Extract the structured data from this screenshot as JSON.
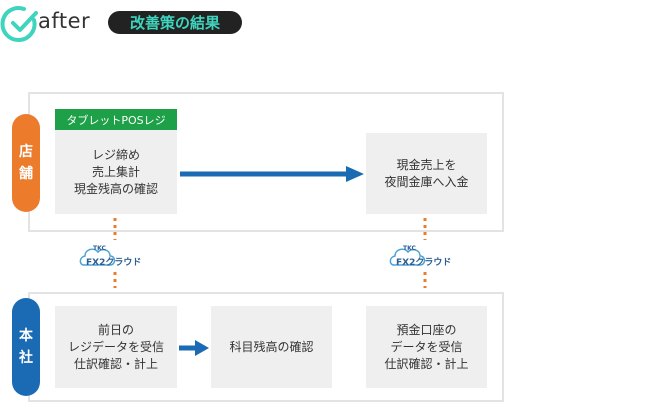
{
  "header": {
    "title": "after",
    "badge": "改善策の結果",
    "accent_color": "#3ed4bd"
  },
  "store": {
    "tab_line1": "店",
    "tab_line2": "舗",
    "tab_color": "#ec7b2c",
    "pos_label": "タブレットPOSレジ",
    "box1": [
      "レジ締め",
      "売上集計",
      "現金残高の確認"
    ],
    "box2": [
      "現金売上を",
      "夜間金庫へ入金"
    ]
  },
  "hq": {
    "tab_line1": "本",
    "tab_line2": "社",
    "tab_color": "#1a6ab4",
    "box1": [
      "前日の",
      "レジデータを受信",
      "仕訳確認・計上"
    ],
    "box2": [
      "科目残高の確認"
    ],
    "box3": [
      "預金口座の",
      "データを受信",
      "仕訳確認・計上"
    ]
  },
  "cloud": {
    "tag": "TKC",
    "name": "FX2クラウド",
    "icon": "cloud-icon"
  }
}
